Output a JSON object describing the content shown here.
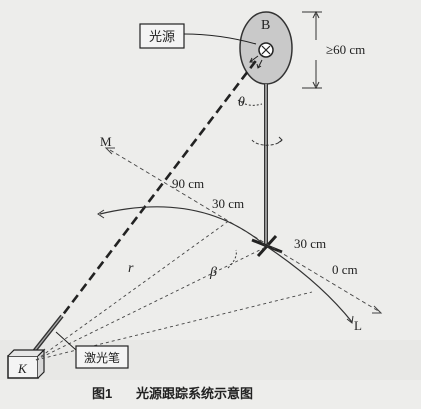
{
  "labels": {
    "light_source_box": "光源",
    "laser_pen_box": "激光笔",
    "b_label": "B",
    "height_label": "≥60 cm",
    "theta": "θ",
    "beta": "β",
    "r": "r",
    "m": "M",
    "l": "L",
    "k": "K",
    "dist_90": "90 cm",
    "dist_30_upper": "30 cm",
    "dist_30_lower": "30 cm",
    "dist_0": "0 cm"
  },
  "caption": {
    "figure_number": "图1",
    "title": "光源跟踪系统示意图"
  },
  "colors": {
    "background": "#ededeb",
    "lamp_disc": "#c9c9c9",
    "ink": "#222222"
  }
}
